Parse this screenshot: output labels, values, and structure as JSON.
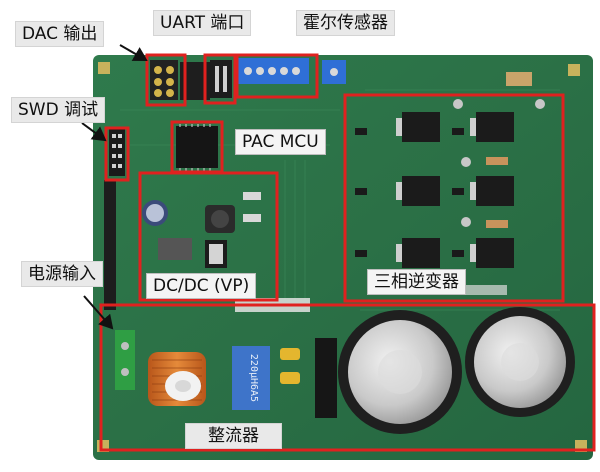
{
  "labels": {
    "dac_output": "DAC 输出",
    "uart_port": "UART 端口",
    "hall_sensor": "霍尔传感器",
    "swd_debug": "SWD 调试",
    "pac_mcu": "PAC MCU",
    "power_input": "电源输入",
    "dcdc_vp": "DC/DC (VP)",
    "three_phase_inverter": "三相逆变器",
    "rectifier": "整流器"
  },
  "colors": {
    "pcb_green": "#2f7a4c",
    "highlight_red": "#e0211f",
    "callout_arrow": "#111111",
    "label_background": "#e9e9e9"
  },
  "markings": {
    "inductor_value": "220μH6A5"
  }
}
